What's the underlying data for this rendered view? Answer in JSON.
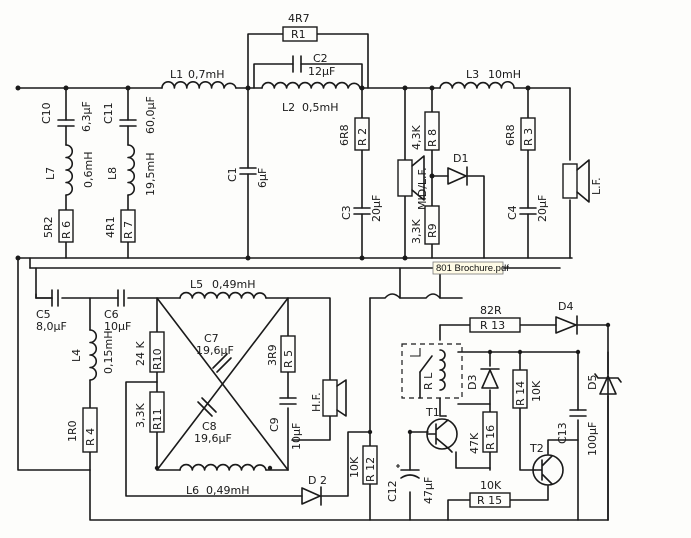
{
  "labels": {
    "r1_val": "4R7",
    "r1": "R1",
    "c2": "C2",
    "c2_val": "12µF",
    "l1": "L1",
    "l1_val": "0,7mH",
    "l2": "L2",
    "l2_val": "0,5mH",
    "l3": "L3",
    "l3_val": "10mH",
    "c10": "C10",
    "c10_val": "6,3µF",
    "c11": "C11",
    "c11_val": "60,0µF",
    "l7": "L7",
    "l7_val": "0,6mH",
    "l8": "L8",
    "l8_val": "19,5mH",
    "r6": "R 6",
    "r6_val": "5R2",
    "r7": "R 7",
    "r7_val": "4R1",
    "c1": "C1",
    "c1_val": "6µF",
    "r2": "R 2",
    "r2_val": "6R8",
    "c3": "C3",
    "c3_val": "20µF",
    "r8": "R 8",
    "r8_val": "4,3K",
    "d1": "D1",
    "r9": "R9",
    "r9_val": "3,3K",
    "mid": "MID/L.F.",
    "r3": "R 3",
    "r3_val": "6R8",
    "c4": "C4",
    "c4_val": "20µF",
    "lf": "L.F.",
    "c5": "C5",
    "c5_val": "8,0µF",
    "c6": "C6",
    "c6_val": "10µF",
    "l5": "L5",
    "l5_val": "0,49mH",
    "l4": "L4",
    "l4_val": "0,15mH",
    "r10": "R10",
    "r10_val": "24 K",
    "c7": "C7",
    "c7_val": "19,6µF",
    "r5": "R 5",
    "r5_val": "3R9",
    "r11": "R11",
    "r11_val": "3,3K",
    "c8": "C8",
    "c8_val": "19,6µF",
    "c9": "C9",
    "c9_val": "10µF",
    "hf": "H.F.",
    "r4": "R 4",
    "r4_val": "1R0",
    "l6": "L6",
    "l6_val": "0,49mH",
    "d2": "D 2",
    "r12": "R 12",
    "r12_val": "10K",
    "c12": "C12",
    "c12_val": "47µF",
    "r13": "R 13",
    "r13_val": "82R",
    "d4": "D4",
    "rl": "R L",
    "d3": "D3",
    "t1": "T1",
    "r16": "R 16",
    "r16_val": "47K",
    "r14": "R 14",
    "r14_val": "10K",
    "d5": "D5",
    "c13": "C13",
    "c13_val": "100µF",
    "t2": "T2",
    "r15": "R 15",
    "r15_val": "10K"
  },
  "tooltip": "801 Brochure.pdf"
}
